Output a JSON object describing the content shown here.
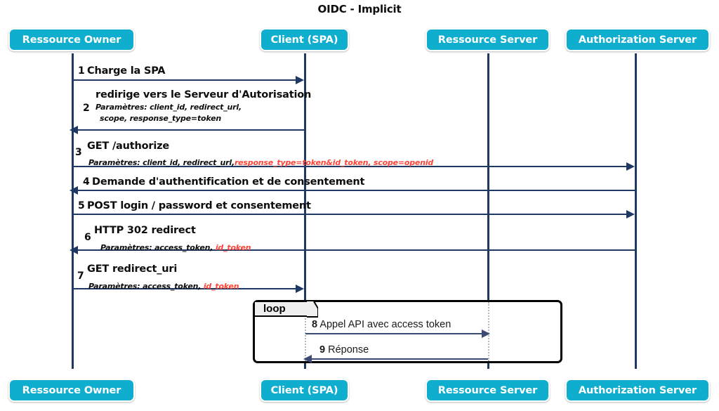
{
  "title": "OIDC - Implicit",
  "colors": {
    "participant_fill": "#10AECE",
    "participant_text": "#ffffff",
    "lifeline": "#1F3864",
    "arrow": "#1F3864",
    "highlight_red": "#FF4438",
    "loop_border": "#000000",
    "loop_tab_fill": "#efefef"
  },
  "participants": [
    {
      "id": "ressource-owner",
      "label": "Ressource Owner"
    },
    {
      "id": "client-spa",
      "label": "Client (SPA)"
    },
    {
      "id": "ressource-server",
      "label": "Ressource Server"
    },
    {
      "id": "authorization-server",
      "label": "Authorization Server"
    }
  ],
  "messages": [
    {
      "num": "1",
      "from": "ressource-owner",
      "to": "client-spa",
      "direction": "right",
      "text": "Charge la SPA",
      "params": null,
      "params2": null,
      "params_red": null
    },
    {
      "num": "2",
      "from": "client-spa",
      "to": "ressource-owner",
      "direction": "left",
      "text": "redirige vers le Serveur d'Autorisation",
      "params": "Paramètres: client_id, redirect_url,",
      "params2": "scope, response_type=token",
      "params_red": null
    },
    {
      "num": "3",
      "from": "ressource-owner",
      "to": "authorization-server",
      "direction": "right",
      "text": "GET /authorize",
      "params": "Paramètres: client_id, redirect_url,",
      "params2": null,
      "params_red": "response_type=token&id_token, scope=openid"
    },
    {
      "num": "4",
      "from": "authorization-server",
      "to": "ressource-owner",
      "direction": "left",
      "text": "Demande d'authentification et de consentement",
      "params": null,
      "params2": null,
      "params_red": null
    },
    {
      "num": "5",
      "from": "ressource-owner",
      "to": "authorization-server",
      "direction": "right",
      "text": "POST login / password et consentement",
      "params": null,
      "params2": null,
      "params_red": null
    },
    {
      "num": "6",
      "from": "authorization-server",
      "to": "ressource-owner",
      "direction": "left",
      "text": "HTTP 302 redirect",
      "params": "Paramètres: access_token, ",
      "params2": null,
      "params_red": "id_token"
    },
    {
      "num": "7",
      "from": "ressource-owner",
      "to": "client-spa",
      "direction": "right",
      "text": "GET redirect_uri",
      "params": "Paramètres: access_token, ",
      "params2": null,
      "params_red": "id_token"
    }
  ],
  "loop": {
    "label": "loop",
    "messages": [
      {
        "num": "8",
        "from": "client-spa",
        "to": "ressource-server",
        "direction": "right",
        "text": "Appel API avec access token"
      },
      {
        "num": "9",
        "from": "ressource-server",
        "to": "client-spa",
        "direction": "left",
        "text": "Réponse"
      }
    ]
  }
}
